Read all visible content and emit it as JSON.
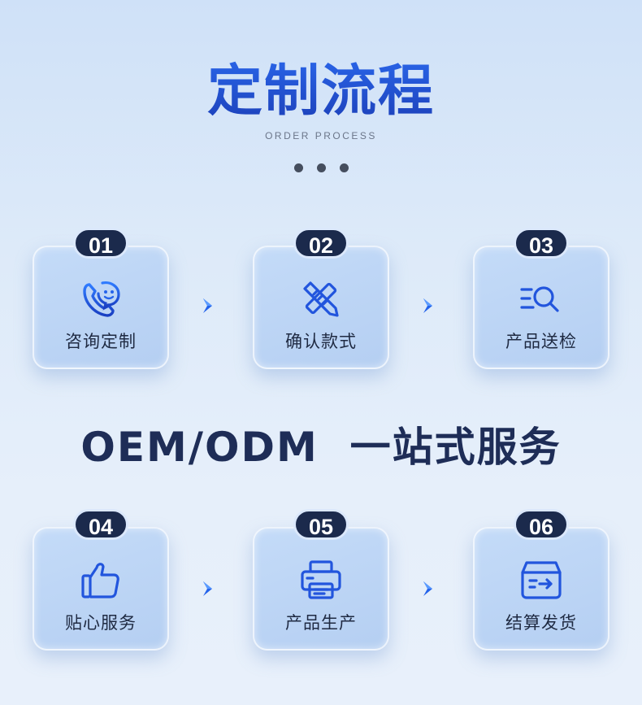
{
  "header": {
    "title": "定制流程",
    "subtitle": "ORDER PROCESS"
  },
  "middle_text": "OEM/ODM  一站式服务",
  "steps": [
    {
      "number": "01",
      "label": "咨询定制",
      "icon": "phone-chat-icon"
    },
    {
      "number": "02",
      "label": "确认款式",
      "icon": "pencil-ruler-icon"
    },
    {
      "number": "03",
      "label": "产品送检",
      "icon": "search-list-icon"
    },
    {
      "number": "04",
      "label": "贴心服务",
      "icon": "thumbs-up-icon"
    },
    {
      "number": "05",
      "label": "产品生产",
      "icon": "printer-icon"
    },
    {
      "number": "06",
      "label": "结算发货",
      "icon": "delivery-box-icon"
    }
  ],
  "colors": {
    "accent_blue": "#2463ea",
    "badge_dark": "#1b2a4c",
    "text_dark": "#1e2d57"
  }
}
